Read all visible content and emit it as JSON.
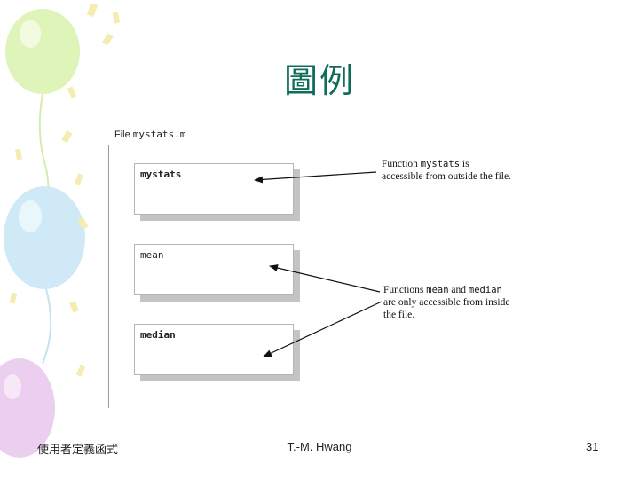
{
  "slide": {
    "title": "圖例"
  },
  "figure": {
    "file_prefix": "File ",
    "file_name": "mystats.m",
    "boxes": [
      {
        "name": "mystats"
      },
      {
        "name": "mean"
      },
      {
        "name": "median"
      }
    ],
    "note_public": {
      "line1_prefix": "Function ",
      "line1_code": "mystats",
      "line1_suffix": " is",
      "line2": "accessible from outside the file."
    },
    "note_private": {
      "line1_prefix": "Functions ",
      "line1_code1": "mean",
      "line1_mid": " and ",
      "line1_code2": "median",
      "line2": "are only accessible from inside",
      "line3": "the file."
    }
  },
  "footer": {
    "left": "使用者定義函式",
    "center": "T.-M. Hwang",
    "page_number": "31"
  },
  "colors": {
    "title": "#0f6b5a",
    "balloon_green": "#dff4b8",
    "balloon_blue": "#cfeaf6",
    "balloon_purple": "#eccff0",
    "confetti": "#f4ecb0"
  }
}
